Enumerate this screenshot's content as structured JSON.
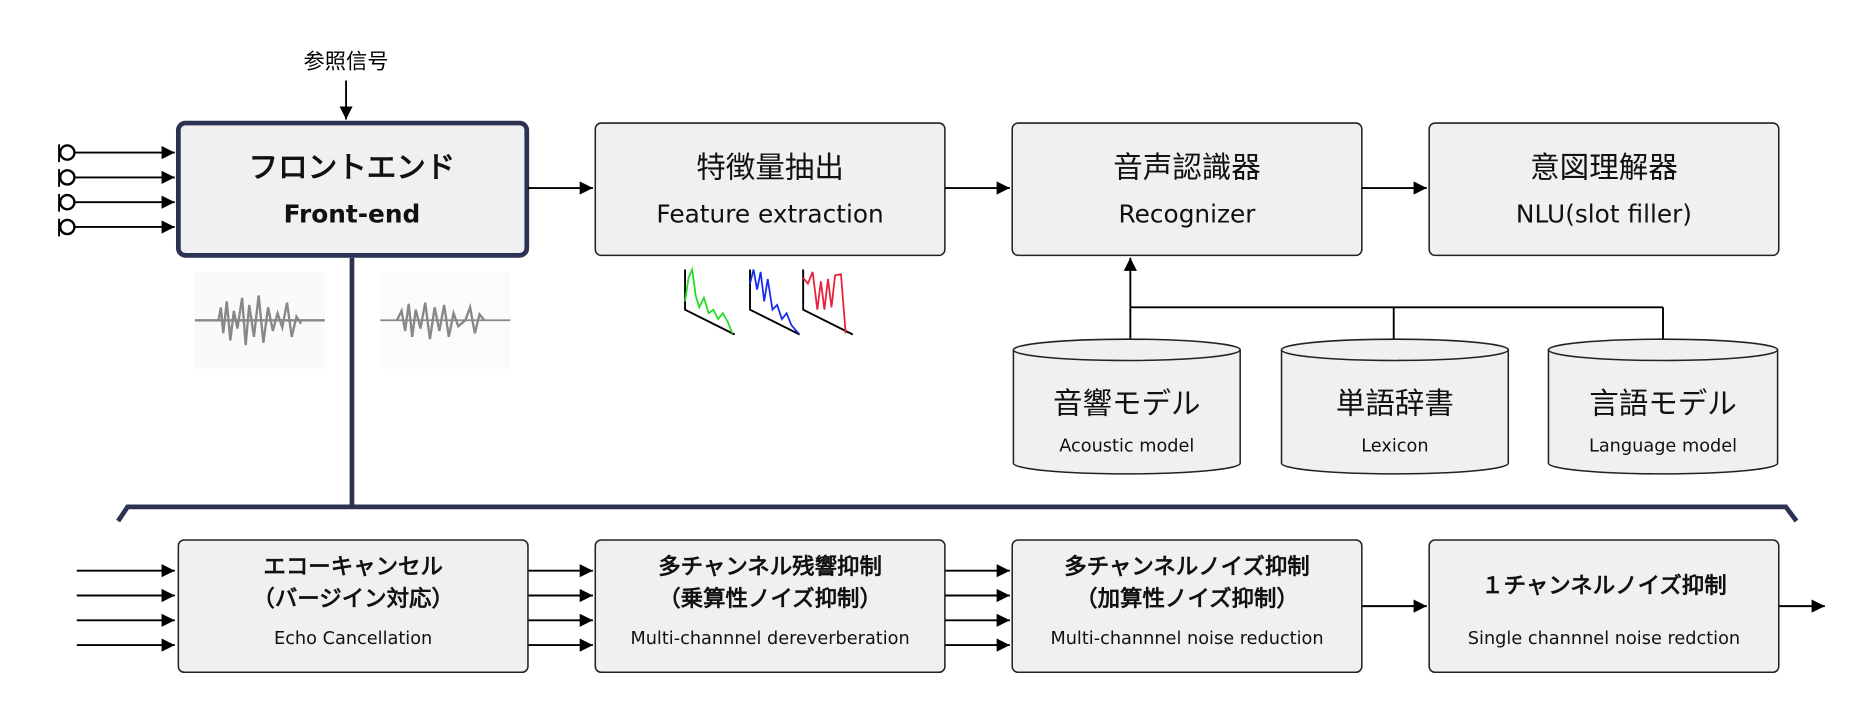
{
  "reference_signal": "参照信号",
  "top_blocks": [
    {
      "jp": "フロントエンド",
      "en": "Front-end"
    },
    {
      "jp": "特徴量抽出",
      "en": "Feature extraction"
    },
    {
      "jp": "音声認識器",
      "en": "Recognizer"
    },
    {
      "jp": "意図理解器",
      "en": "NLU(slot filler)"
    }
  ],
  "databases": [
    {
      "jp": "音響モデル",
      "en": "Acoustic model"
    },
    {
      "jp": "単語辞書",
      "en": "Lexicon"
    },
    {
      "jp": "言語モデル",
      "en": "Language model"
    }
  ],
  "frontend_blocks": [
    {
      "jp1": "エコーキャンセル",
      "jp2": "（バージイン対応）",
      "en": "Echo Cancellation"
    },
    {
      "jp1": "多チャンネル残響抑制",
      "jp2": "（乗算性ノイズ抑制）",
      "en": "Multi-channnel dereverberation"
    },
    {
      "jp1": "多チャンネルノイズ抑制",
      "jp2": "（加算性ノイズ抑制）",
      "en": "Multi-channnel noise reduction"
    },
    {
      "jp1": "１チャンネルノイズ抑制",
      "jp2": "",
      "en": "Single channnel noise redction"
    }
  ],
  "colors": {
    "frontend_border": "#2b3252",
    "box_fill": "#f0f0f0",
    "spectrum": [
      "#22dd22",
      "#1a2cf0",
      "#e8203a"
    ]
  },
  "icons": [
    "microphone-icon",
    "waveform-image",
    "spectrum-image"
  ]
}
